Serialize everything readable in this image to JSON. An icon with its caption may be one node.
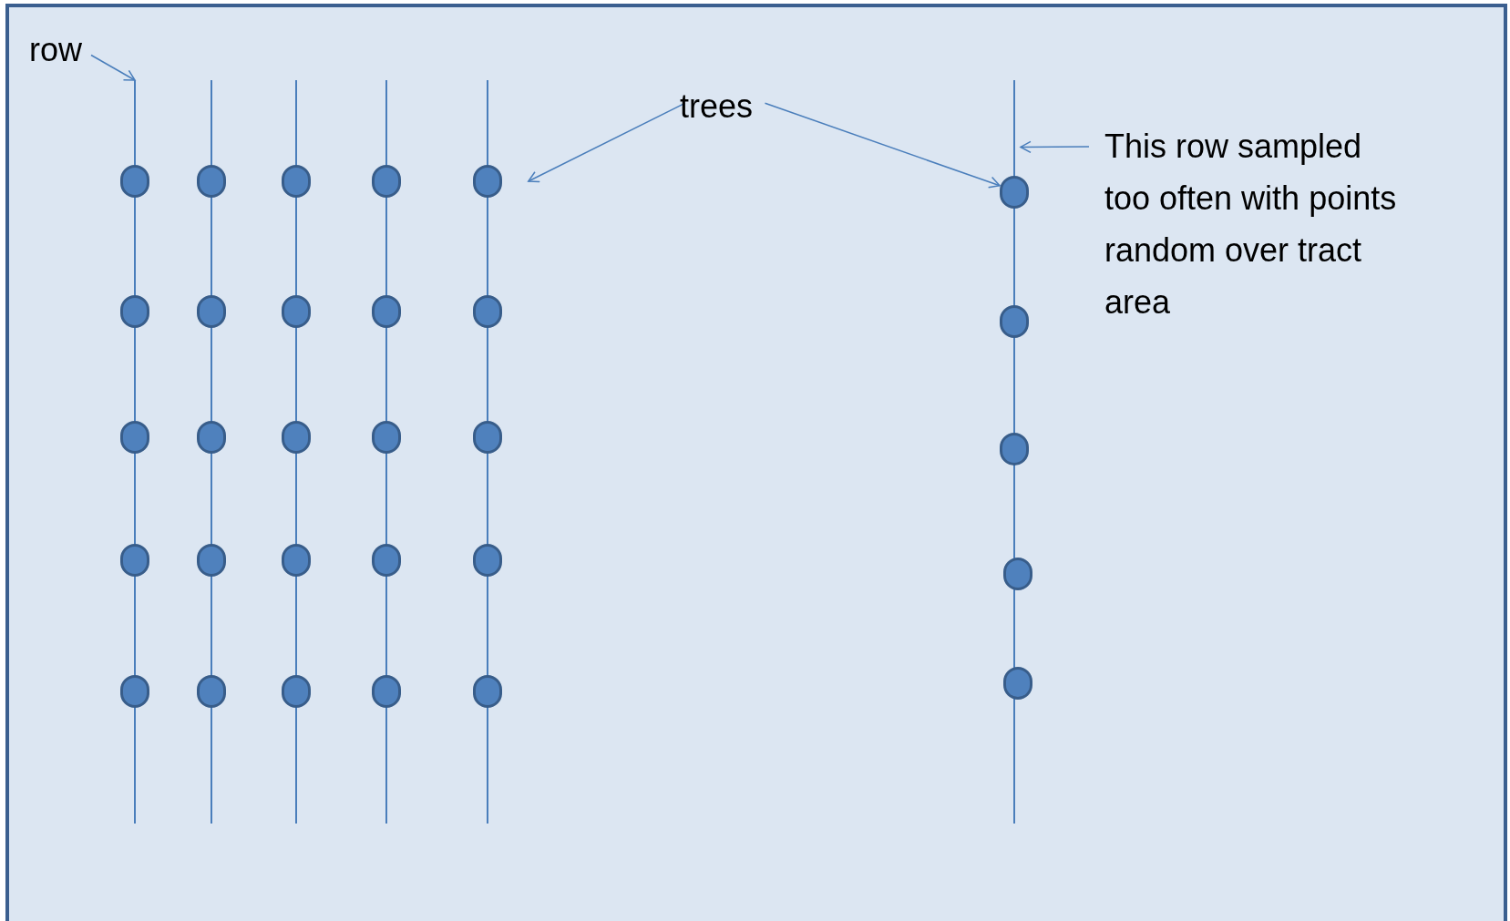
{
  "diagram": {
    "nodes": [
      {
        "text": [
          "row"
        ]
      },
      {
        "text": [
          "trees"
        ]
      },
      {
        "text": [
          "This row sampled too often with points random over tract area"
        ]
      },
      {
        "text": [],
        "shape": "bar"
      },
      {
        "text": [],
        "shape": "bar"
      },
      {
        "text": [],
        "shape": "bar"
      },
      {
        "text": [],
        "shape": "bar"
      },
      {
        "text": [],
        "shape": "bar"
      },
      {
        "text": [],
        "shape": "bar"
      },
      {
        "text": [],
        "shape": "circle"
      },
      {
        "text": [],
        "shape": "circle"
      },
      {
        "text": [],
        "shape": "circle"
      },
      {
        "text": [],
        "shape": "circle"
      },
      {
        "text": [],
        "shape": "circle"
      },
      {
        "text": [],
        "shape": "circle"
      },
      {
        "text": [],
        "shape": "circle"
      },
      {
        "text": [],
        "shape": "circle"
      },
      {
        "text": [],
        "shape": "circle"
      },
      {
        "text": [],
        "shape": "circle"
      },
      {
        "text": [],
        "shape": "circle"
      },
      {
        "text": [],
        "shape": "circle"
      },
      {
        "text": [],
        "shape": "circle"
      },
      {
        "text": [],
        "shape": "circle"
      },
      {
        "text": [],
        "shape": "circle"
      },
      {
        "text": [],
        "shape": "circle"
      },
      {
        "text": [],
        "shape": "circle"
      },
      {
        "text": [],
        "shape": "circle"
      },
      {
        "text": [],
        "shape": "circle"
      },
      {
        "text": [],
        "shape": "circle"
      },
      {
        "text": [],
        "shape": "circle"
      },
      {
        "text": [],
        "shape": "circle"
      },
      {
        "text": [],
        "shape": "circle"
      },
      {
        "text": [],
        "shape": "circle"
      },
      {
        "text": [],
        "shape": "circle"
      },
      {
        "text": [],
        "shape": "circle"
      },
      {
        "text": [],
        "shape": "circle"
      },
      {
        "text": [],
        "shape": "circle"
      },
      {
        "text": [],
        "shape": "circle"
      },
      {
        "text": [],
        "shape": "circle"
      }
    ],
    "edges": [
      {
        "from": 0,
        "to": 3,
        "arrow": "to"
      },
      {
        "from": 1,
        "to": 29,
        "arrow": "to"
      },
      {
        "from": 1,
        "to": 34,
        "arrow": "to"
      },
      {
        "from": 2,
        "to": 8,
        "arrow": "to"
      }
    ]
  }
}
